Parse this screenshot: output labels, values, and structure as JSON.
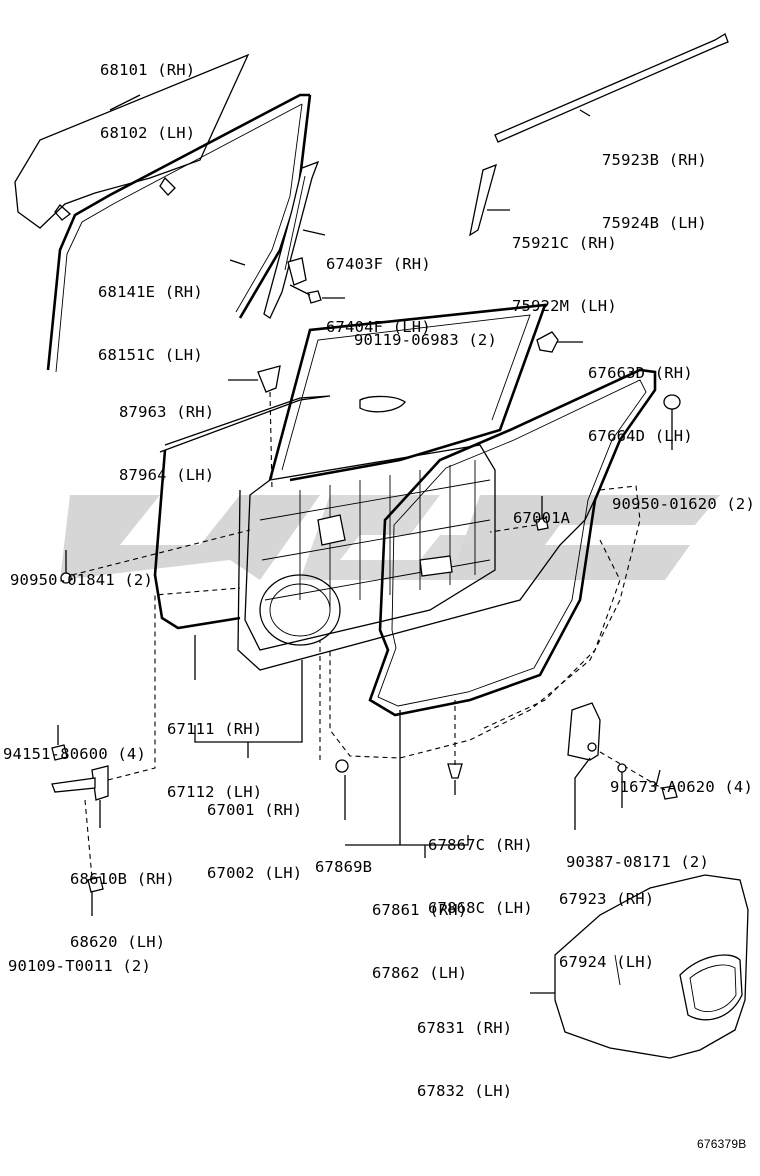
{
  "labels": {
    "glass": [
      "68101 (RH)",
      "68102 (LH)"
    ],
    "outer_moulding": [
      "75923B (RH)",
      "75924B (LH)"
    ],
    "garnish": [
      "75921C (RH)",
      "75922M (LH)"
    ],
    "division_bar": [
      "67403F (RH)",
      "67404F (LH)"
    ],
    "glass_run": [
      "68141E (RH)",
      "68151C (LH)"
    ],
    "bolt_90119": "90119-06983 (2)",
    "bracket_67663": [
      "67663D (RH)",
      "67664D (LH)"
    ],
    "cover_87963": [
      "87963 (RH)",
      "87964 (LH)"
    ],
    "plug_90950_01620": "90950-01620 (2)",
    "door_assy_sub": "67001A",
    "plug_90950_01841": "90950-01841 (2)",
    "weatherstrip_67111": [
      "67111 (RH)",
      "67112 (LH)"
    ],
    "nut_94151": "94151-80600 (4)",
    "bolt_91673": "91673-A0620 (4)",
    "check_68610": [
      "68610B (RH)",
      "68620 (LH)"
    ],
    "panel_67001": [
      "67001 (RH)",
      "67002 (LH)"
    ],
    "clip_67867": [
      "67867C (RH)",
      "67868C (LH)"
    ],
    "clip_67869B": "67869B",
    "bolt_90387": "90387-08171 (2)",
    "bolt_90109": "90109-T0011 (2)",
    "weatherstrip_67861": [
      "67861 (RH)",
      "67862 (LH)"
    ],
    "bracket_67923": [
      "67923 (RH)",
      "67924 (LH)"
    ],
    "trim_67831": [
      "67831 (RH)",
      "67832 (LH)"
    ],
    "figure_code": "676379B"
  }
}
